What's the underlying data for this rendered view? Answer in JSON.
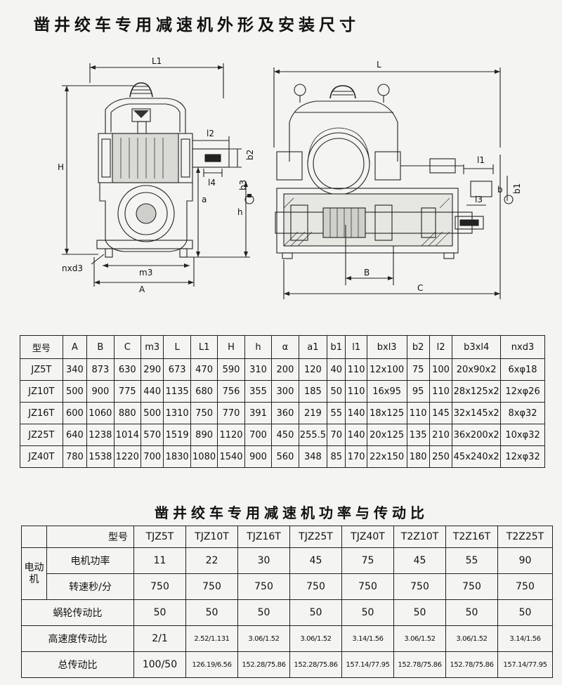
{
  "title_main": "凿井绞车专用减速机外形及安装尺寸",
  "title_power": "凿井绞车专用减速机功率与传动比",
  "drawing_labels": {
    "L1": "L1",
    "H": "H",
    "l2": "l2",
    "b2": "b2",
    "l4": "l4",
    "b3": "b3",
    "a": "a",
    "h": "h",
    "nxd3": "nxd3",
    "m3": "m3",
    "A": "A",
    "L": "L",
    "l1": "l1",
    "b": "b",
    "b1": "b1",
    "l3": "l3",
    "B": "B",
    "C": "C"
  },
  "spec_table": {
    "headers": [
      "型号",
      "A",
      "B",
      "C",
      "m3",
      "L",
      "L1",
      "H",
      "h",
      "α",
      "a1",
      "b1",
      "l1",
      "bxl3",
      "b2",
      "l2",
      "b3xl4",
      "nxd3"
    ],
    "rows": [
      [
        "JZ5T",
        "340",
        "873",
        "630",
        "290",
        "673",
        "470",
        "590",
        "310",
        "200",
        "120",
        "40",
        "110",
        "12x100",
        "75",
        "100",
        "20x90x2",
        "6xφ18"
      ],
      [
        "JZ10T",
        "500",
        "900",
        "775",
        "440",
        "1135",
        "680",
        "756",
        "355",
        "300",
        "185",
        "50",
        "110",
        "16x95",
        "95",
        "110",
        "28x125x2",
        "12xφ26"
      ],
      [
        "JZ16T",
        "600",
        "1060",
        "880",
        "500",
        "1310",
        "750",
        "770",
        "391",
        "360",
        "219",
        "55",
        "140",
        "18x125",
        "110",
        "145",
        "32x145x2",
        "8xφ32"
      ],
      [
        "JZ25T",
        "640",
        "1238",
        "1014",
        "570",
        "1519",
        "890",
        "1120",
        "700",
        "450",
        "255.5",
        "70",
        "140",
        "20x125",
        "135",
        "210",
        "36x200x2",
        "10xφ32"
      ],
      [
        "JZ40T",
        "780",
        "1538",
        "1220",
        "700",
        "1830",
        "1080",
        "1540",
        "900",
        "560",
        "348",
        "85",
        "170",
        "22x150",
        "180",
        "250",
        "45x240x2",
        "12xφ32"
      ]
    ]
  },
  "power_table": {
    "header_label": "型号",
    "models": [
      "TJZ5T",
      "TJZ10T",
      "TJZ16T",
      "TJZ25T",
      "TJZ40T",
      "T2Z10T",
      "T2Z16T",
      "T2Z25T"
    ],
    "motor_group_label": "电动机",
    "motor_power_label": "电机功率",
    "motor_power": [
      "11",
      "22",
      "30",
      "45",
      "75",
      "45",
      "55",
      "90"
    ],
    "speed_label": "转速秒/分",
    "speed": [
      "750",
      "750",
      "750",
      "750",
      "750",
      "750",
      "750",
      "750"
    ],
    "worm_ratio_label": "蜗轮传动比",
    "worm_ratio": [
      "50",
      "50",
      "50",
      "50",
      "50",
      "50",
      "50",
      "50"
    ],
    "high_speed_ratio_label": "高速度传动比",
    "high_speed_ratio": [
      "2/1",
      "2.52/1.131",
      "3.06/1.52",
      "3.06/1.52",
      "3.14/1.56",
      "3.06/1.52",
      "3.06/1.52",
      "3.14/1.56"
    ],
    "total_ratio_label": "总传动比",
    "total_ratio": [
      "100/50",
      "126.19/6.56",
      "152.28/75.86",
      "152.28/75.86",
      "157.14/77.95",
      "152.78/75.86",
      "152.78/75.86",
      "157.14/77.95"
    ]
  }
}
